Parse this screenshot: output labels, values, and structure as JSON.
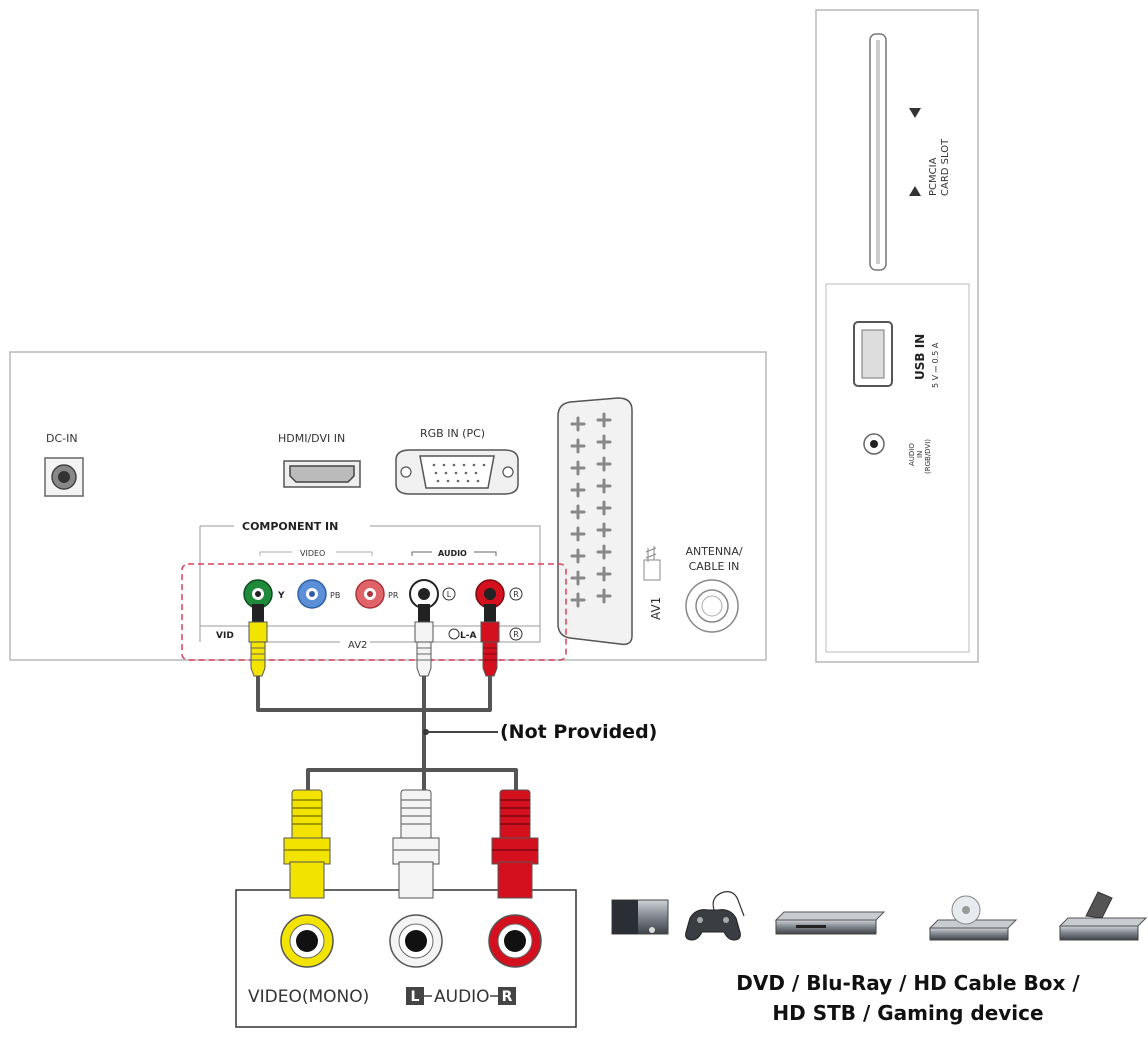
{
  "tv_panel": {
    "dc_in": "DC-IN",
    "hdmi": "HDMI/DVI IN",
    "rgb": "RGB IN (PC)",
    "component_in": "COMPONENT IN",
    "video_group": "VIDEO",
    "audio_group": "AUDIO",
    "jack_y": "Y",
    "jack_pb": "PB",
    "jack_pr": "PR",
    "jack_l": "L",
    "jack_r": "R",
    "video_short": "VID",
    "av2": "AV2",
    "audio_la": "L-A",
    "audio_r_circle": "R",
    "av1": "AV1",
    "antenna_line1": "ANTENNA/",
    "antenna_line2": "CABLE IN"
  },
  "side_panel": {
    "pcmcia_line1": "PCMCIA",
    "pcmcia_line2": "CARD SLOT",
    "usb_in": "USB IN",
    "usb_spec": "5 V ⎓ 0.5 A",
    "audio_in_line1": "AUDIO",
    "audio_in_line2": "IN",
    "audio_in_line3": "(RGB/DVI)"
  },
  "cable_note": "(Not Provided)",
  "source_panel": {
    "video_mono": "VIDEO(MONO)",
    "l_box": "L",
    "audio": "AUDIO",
    "r_box": "R"
  },
  "devices": {
    "line1": "DVD / Blu-Ray / HD Cable Box /",
    "line2": "HD STB / Gaming device"
  },
  "colors": {
    "yellow": "#f2e300",
    "white": "#f4f4f4",
    "red": "#d40f1e",
    "green": "#1e8a3a",
    "blue": "#5b8fd6",
    "pink": "#e0636a",
    "highlight": "#d9425a",
    "cable": "#555555"
  }
}
